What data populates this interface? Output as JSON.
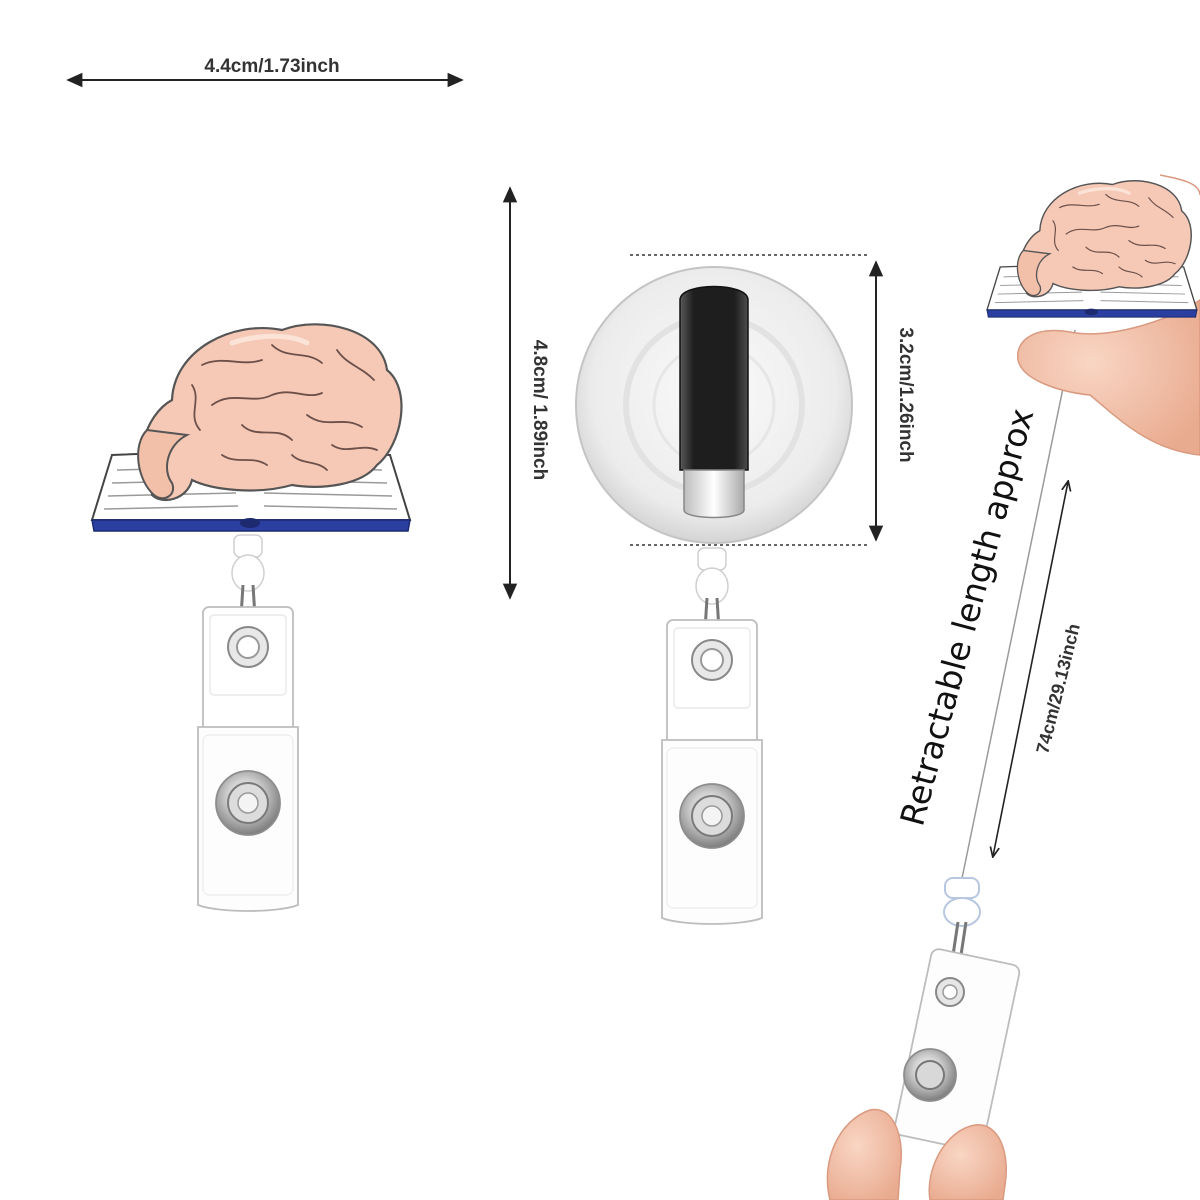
{
  "dimensions": {
    "width_label": "4.4cm/1.73inch",
    "height_label": "4.8cm/  1.89inch",
    "reel_diameter_label": "3.2cm/1.26inch",
    "retractable_label": "Retractable length approx",
    "cord_length_label": "74cm/29.13inch"
  },
  "colors": {
    "brain": "#f6c9b6",
    "brain_line": "#7a5a55",
    "book_cover": "#2b3fa0",
    "book_page": "#ffffff",
    "reel_face": "#f1f1f1",
    "reel_clip": "#2a2a2a",
    "skin": "#f3c2ab",
    "arrow": "#222222"
  }
}
